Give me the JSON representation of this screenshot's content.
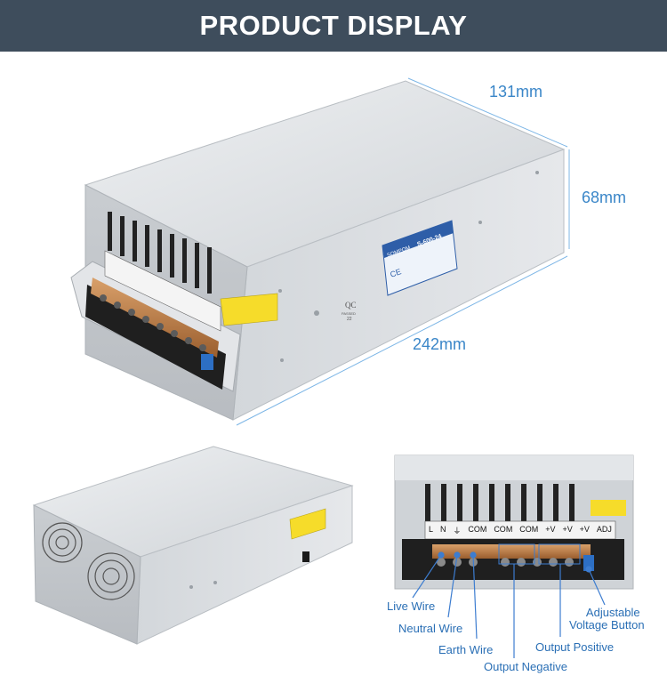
{
  "banner": {
    "title": "PRODUCT DISPLAY"
  },
  "dimensions": {
    "depth": "131mm",
    "height": "68mm",
    "length": "242mm"
  },
  "product_label": {
    "brand": "SOMPOM",
    "model": "S-600-24",
    "qc_text": "QC",
    "qc_sub": "PASSED",
    "qc_num": "22",
    "ce_mark": "CE"
  },
  "terminals": [
    "L",
    "N",
    "⏚",
    "COM",
    "COM",
    "COM",
    "+V",
    "+V",
    "+V",
    "ADJ"
  ],
  "callouts": {
    "live_wire": "Live Wire",
    "neutral_wire": "Neutral Wire",
    "earth_wire": "Earth Wire",
    "output_negative": "Output Negative",
    "output_positive": "Output Positive",
    "adjustable_voltage_line1": "Adjustable",
    "adjustable_voltage_line2": "Voltage Button"
  },
  "colors": {
    "banner_bg": "#3e4d5c",
    "dimension_text": "#3a86c8",
    "callout_text": "#2a6fb5",
    "casing": "#d9dde1"
  }
}
